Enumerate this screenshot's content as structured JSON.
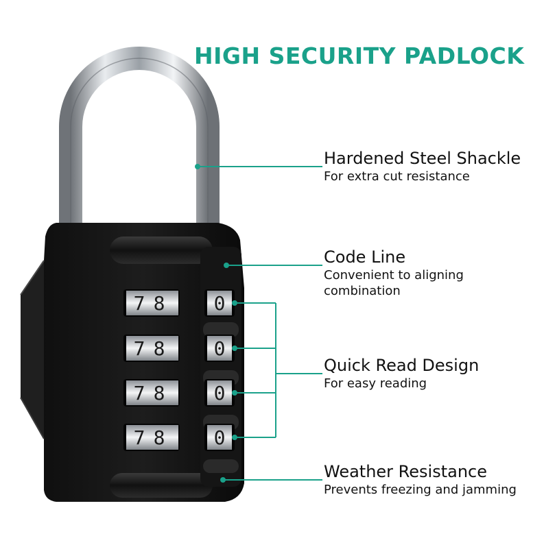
{
  "headline": "HIGH SECURITY PADLOCK",
  "colors": {
    "accent": "#1aa18a",
    "lock_body": "#141414",
    "shackle": "#c9ccd0"
  },
  "dials": {
    "left_digits": [
      "7",
      "8"
    ],
    "right_digit": "0"
  },
  "features": [
    {
      "title": "Hardened Steel Shackle",
      "subtitle": "For extra cut resistance"
    },
    {
      "title": "Code Line",
      "subtitle": "Convenient to aligning combination"
    },
    {
      "title": "Quick Read Design",
      "subtitle": "For easy reading"
    },
    {
      "title": "Weather Resistance",
      "subtitle": "Prevents freezing and jamming"
    }
  ]
}
